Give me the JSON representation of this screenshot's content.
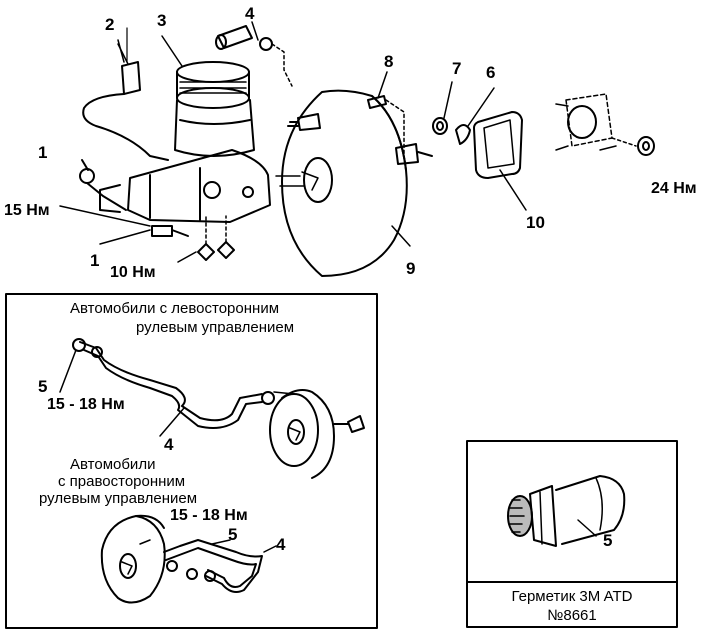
{
  "callouts": {
    "c1_top": "1",
    "c1_bottom": "1",
    "c2": "2",
    "c3": "3",
    "c4_top": "4",
    "c6": "6",
    "c7": "7",
    "c8": "8",
    "c9": "9",
    "c10": "10",
    "c4_lhd": "4",
    "c5_lhd": "5",
    "c4_rhd": "4",
    "c5_rhd": "5",
    "c5_sealant": "5"
  },
  "torques": {
    "t15": "15 Нм",
    "t10": "10 Нм",
    "t24": "24 Нм",
    "t_lhd": "15 - 18 Нм",
    "t_rhd": "15 - 18 Нм"
  },
  "captions": {
    "lhd_line1": "Автомобили с левосторонним",
    "lhd_line2": "рулевым управлением",
    "rhd_line1": "Автомобили",
    "rhd_line2": "с правосторонним",
    "rhd_line3": "рулевым управлением"
  },
  "sealant": {
    "line1": "Герметик 3M ATD",
    "line2": "№8661"
  }
}
